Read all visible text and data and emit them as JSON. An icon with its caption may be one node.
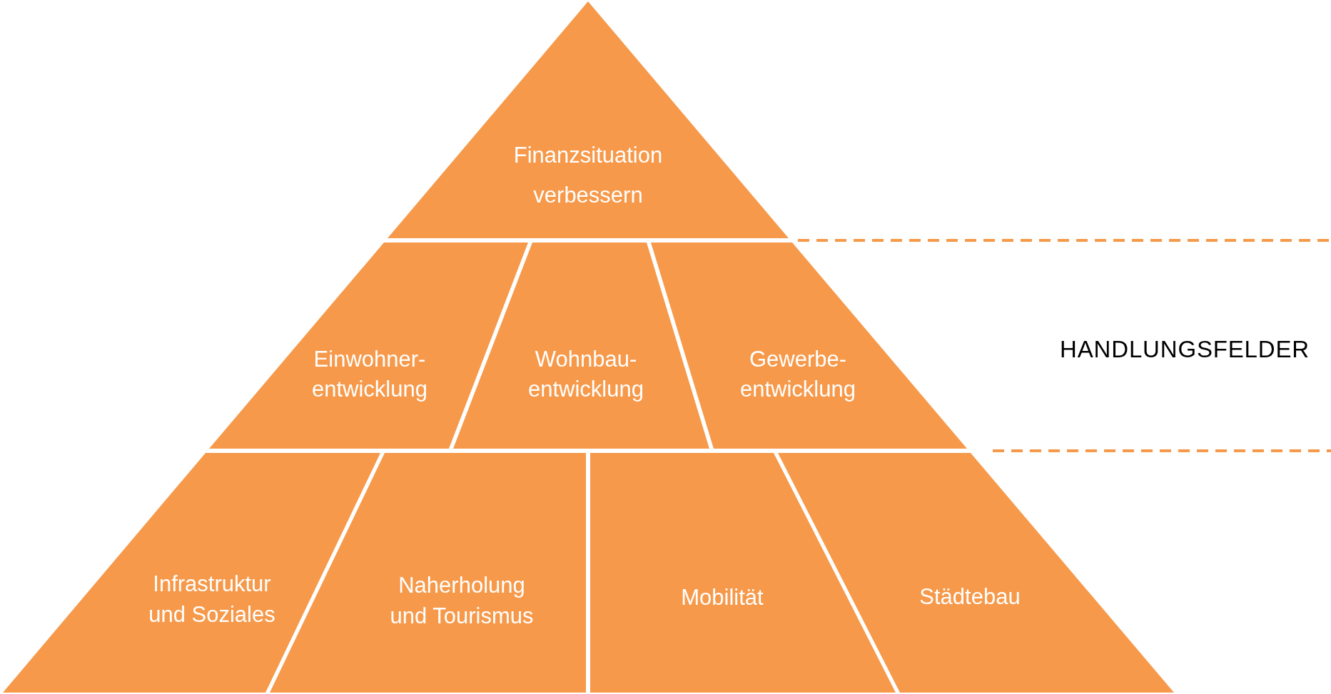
{
  "diagram": {
    "nodes": [
      {
        "text": [
          "Finanzsituation verbessern"
        ]
      },
      {
        "text": [
          "Einwohner- entwicklung"
        ]
      },
      {
        "text": [
          "Wohnbau- entwicklung"
        ]
      },
      {
        "text": [
          "Gewerbe- entwicklung"
        ]
      },
      {
        "text": [
          "Infrastruktur und Soziales"
        ]
      },
      {
        "text": [
          "Naherholung und Tourismus"
        ]
      },
      {
        "text": [
          "Mobilität"
        ]
      },
      {
        "text": [
          "Städtebau"
        ]
      }
    ],
    "labels": [
      "HANDLUNGSFELDER"
    ]
  }
}
